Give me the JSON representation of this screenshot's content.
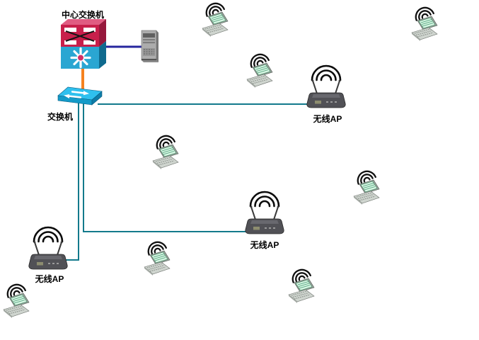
{
  "colors": {
    "background": "#ffffff",
    "label_text": "#000000",
    "link_teal": "#137A8C",
    "link_navy": "#26269E",
    "link_orange": "#F5821F",
    "core_switch_red": "#C81F4B",
    "core_switch_blue": "#2AA6D2",
    "access_switch_cyan": "#2FC0EE",
    "ap_body_gray": "#515156",
    "laptop_screen_green": "#D9F7E5"
  },
  "nodes": {
    "core_switch": {
      "label": "中心交换机",
      "icon": "multilayer-switch-icon"
    },
    "access_switch": {
      "label": "交换机",
      "icon": "switch-icon"
    },
    "server": {
      "icon": "server-icon"
    },
    "ap_right": {
      "label": "无线AP",
      "icon": "wireless-ap-icon"
    },
    "ap_middle": {
      "label": "无线AP",
      "icon": "wireless-ap-icon"
    },
    "ap_bottom_left": {
      "label": "无线AP",
      "icon": "wireless-ap-icon"
    },
    "laptops": {
      "icon": "wireless-laptop-icon",
      "count": 8
    }
  },
  "links": [
    {
      "from": "core_switch",
      "to": "server",
      "color_key": "link_navy"
    },
    {
      "from": "core_switch",
      "to": "access_switch",
      "color_key": "link_orange"
    },
    {
      "from": "access_switch",
      "to": "ap_right",
      "color_key": "link_teal"
    },
    {
      "from": "access_switch",
      "to": "ap_middle",
      "color_key": "link_teal"
    },
    {
      "from": "access_switch",
      "to": "ap_bottom_left",
      "color_key": "link_teal"
    }
  ]
}
